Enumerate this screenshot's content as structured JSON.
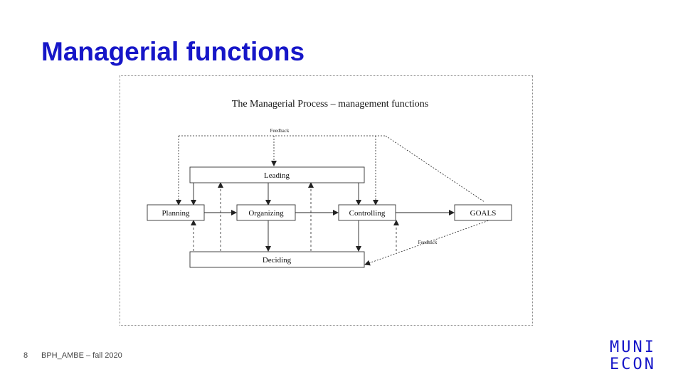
{
  "slide": {
    "title": "Managerial functions",
    "page_number": "8",
    "footer": "BPH_AMBE – fall 2020"
  },
  "logo": {
    "line1": "MUNI",
    "line2": "ECON",
    "color": "#1616c8"
  },
  "diagram": {
    "title": "The Managerial Process – management functions",
    "nodes": {
      "leading": "Leading",
      "planning": "Planning",
      "organizing": "Organizing",
      "controlling": "Controlling",
      "goals": "GOALS",
      "deciding": "Deciding"
    },
    "feedback_top": "Feedback",
    "feedback_right": "Feedback"
  },
  "colors": {
    "title": "#1616c8",
    "diagram_lines": "#222222"
  }
}
